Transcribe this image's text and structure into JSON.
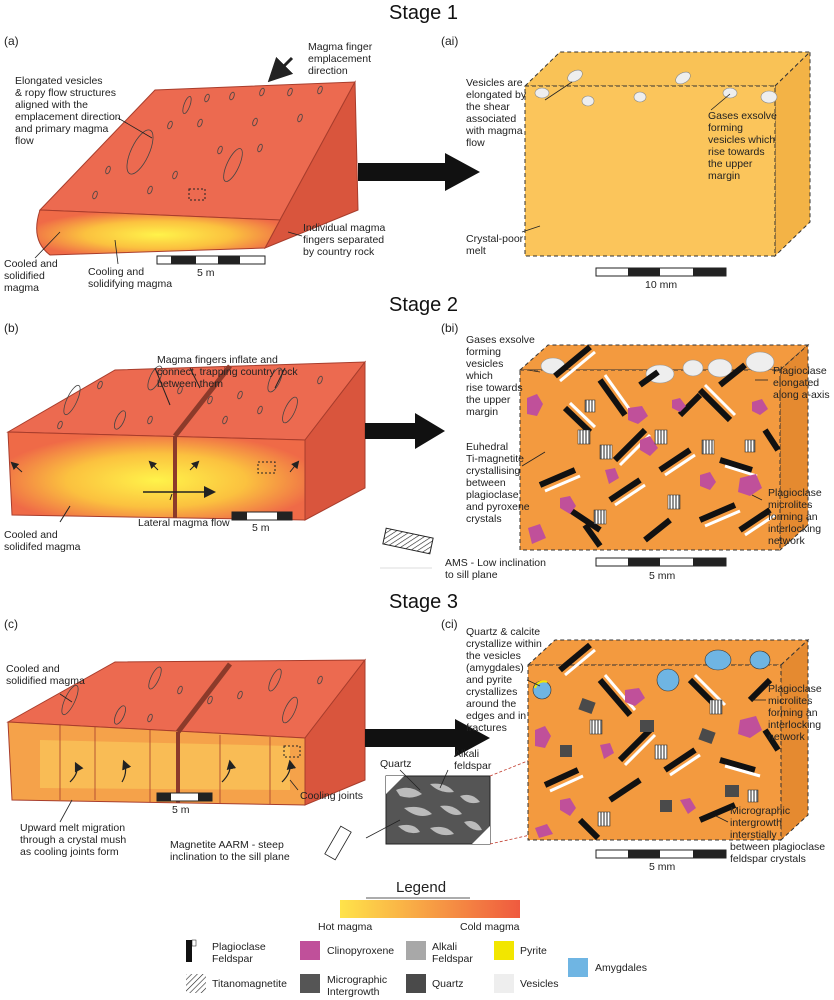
{
  "stages": {
    "s1": "Stage 1",
    "s2": "Stage 2",
    "s3": "Stage 3"
  },
  "panels": {
    "a": "(a)",
    "ai": "(ai)",
    "b": "(b)",
    "bi": "(bi)",
    "c": "(c)",
    "ci": "(ci)"
  },
  "stage1": {
    "finger_dir": "Magma finger\nemplacement\ndirection",
    "vesicles_flow": "Elongated vesicles\n& ropy flow structures\naligned with the\nemplacement direction\nand primary magma\nflow",
    "individual": "Individual magma\nfingers separated\nby country rock",
    "cooled": "Cooled and\nsolidified\nmagma",
    "cooling": "Cooling and\nsolidifying magma",
    "scale": "5 m",
    "ai_shear": "Vesicles are\nelongated by\nthe shear\nassociated\nwith magma\nflow",
    "ai_gases": "Gases exsolve\nforming\nvesicles which\nrise towards\nthe upper\nmargin",
    "ai_melt": "Crystal-poor\nmelt",
    "ai_scale": "10 mm"
  },
  "stage2": {
    "inflate": "Magma fingers inflate and\nconnect, trapping country rock\nbetween them",
    "cooled": "Cooled and\nsolidifed magma",
    "lateral": "Lateral magma flow",
    "scale": "5 m",
    "bi_gases": "Gases exsolve\nforming\nvesicles\nwhich\nrise towards\nthe upper\nmargin",
    "bi_euhedral": "Euhedral\nTi-magnetite\ncrystallising\nbetween\nplagioclase\nand pyroxene\ncrystals",
    "bi_plag_elong": "Plagioclase\nelongated\nalong a-axis",
    "bi_plag_micro": "Plagioclase\nmicrolites\nforming an\ninterlocking\nnetwork",
    "ams": "AMS - Low inclination\nto sill plane",
    "bi_scale": "5 mm"
  },
  "stage3": {
    "cooled": "Cooled and\nsolidified magma",
    "upward": "Upward melt migration\nthrough a crystal mush\nas cooling joints form",
    "joints": "Cooling joints",
    "scale": "5 m",
    "aarm": "Magnetite AARM - steep\ninclination to the sill plane",
    "quartz": "Quartz",
    "alkali": "Alkali\nfeldspar",
    "ci_quartz": "Quartz & calcite\ncrystallize within\nthe vesicles\n(amygdales)\nand pyrite\ncrystallizes\naround the\nedges and in\nfractures",
    "ci_plag": "Plagioclase\nmicrolites\nforming an\ninterlocking\nnetwork",
    "ci_micro": "Micrographic\nintergrowth\ninterstially\nbetween plagioclase\nfeldspar crystals",
    "ci_scale": "5 mm"
  },
  "legend": {
    "title": "Legend",
    "hot": "Hot magma",
    "cold": "Cold magma",
    "items": [
      {
        "label": "Plagioclase\nFeldspar",
        "icon": "plagioclase-icon"
      },
      {
        "label": "Clinopyroxene",
        "icon": "clinopyroxene-icon",
        "color": "#c0509a"
      },
      {
        "label": "Alkali\nFeldspar",
        "icon": "alkali-feldspar-icon",
        "color": "#a8a8a8"
      },
      {
        "label": "Pyrite",
        "icon": "pyrite-icon",
        "color": "#f2e600"
      },
      {
        "label": "Amygdales",
        "icon": "amygdales-icon",
        "color": "#6fb5e3"
      },
      {
        "label": "Titanomagnetite",
        "icon": "titanomagnetite-icon"
      },
      {
        "label": "Micrographic\nIntergrowth",
        "icon": "micrographic-icon",
        "color": "#555555"
      },
      {
        "label": "Quartz",
        "icon": "quartz-icon",
        "color": "#4a4a4a"
      },
      {
        "label": "Vesicles",
        "icon": "vesicles-icon",
        "color": "#eeeeee"
      }
    ]
  },
  "colors": {
    "sill_top": "#ec6a50",
    "melt": "#fbc55b",
    "crystal_mush": "#f39a3f",
    "hot": "#ffe34a",
    "cold": "#ef6a47"
  }
}
